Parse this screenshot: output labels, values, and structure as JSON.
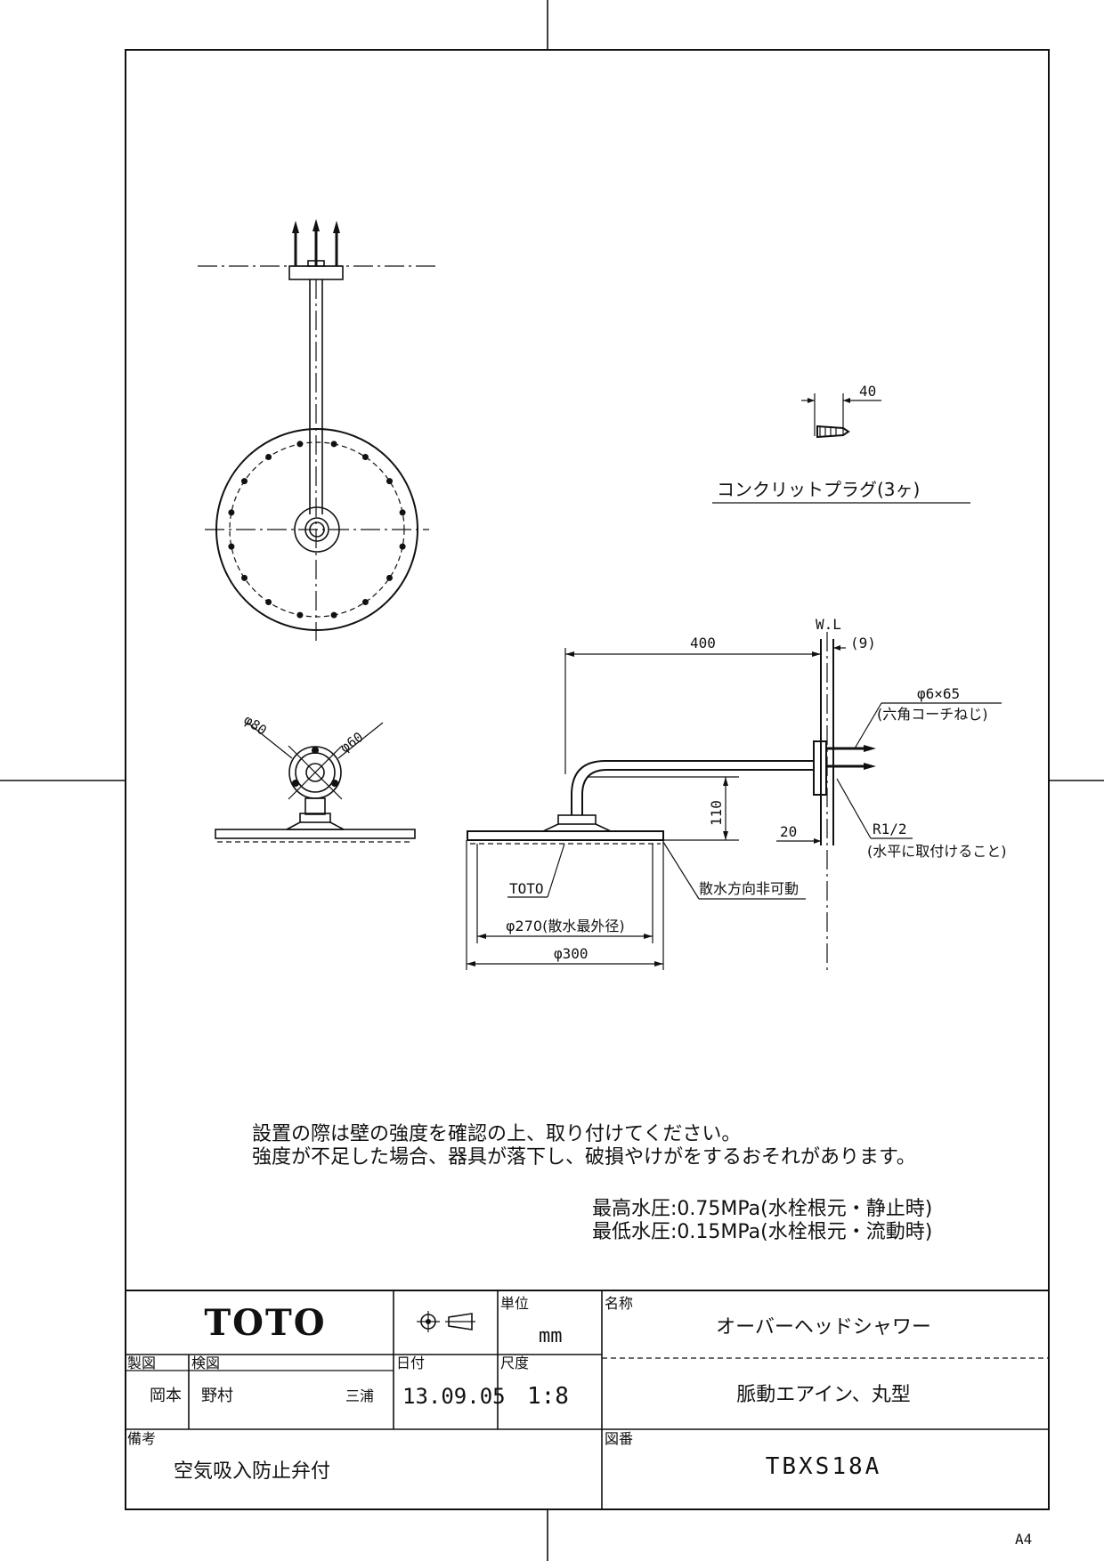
{
  "labels": {
    "plug": "コンクリットプラグ(3ヶ)",
    "plug_len": "40",
    "wl": "W.L",
    "dim_400": "400",
    "dim_9": "(9)",
    "screw": "φ6×65",
    "screw_type": "(六角コーチねじ)",
    "phi80": "φ80",
    "phi60": "φ60",
    "dim_110": "110",
    "dim_20": "20",
    "r12": "R1/2",
    "r12_note": "(水平に取付けること)",
    "toto_mark": "TOTO",
    "spray_fixed": "散水方向非可動",
    "phi270": "φ270(散水最外径)",
    "phi300": "φ300"
  },
  "notes": {
    "line1": "設置の際は壁の強度を確認の上、取り付けてください。",
    "line2": "強度が不足した場合、器具が落下し、破損やけがをするおそれがあります。",
    "max_pressure": "最高水圧:0.75MPa(水栓根元・静止時)",
    "min_pressure": "最低水圧:0.15MPa(水栓根元・流動時)"
  },
  "title_block": {
    "brand": "TOTO",
    "unit_label": "単位",
    "unit_value": "mm",
    "name_label": "名称",
    "name_value": "オーバーヘッドシャワー",
    "subname_value": "脈動エアイン、丸型",
    "drafted_label": "製図",
    "drafted_value": "岡本",
    "checked_label": "検図",
    "checked_value": "野村",
    "approved_value": "三浦",
    "date_label": "日付",
    "date_value": "13.09.05",
    "scale_label": "尺度",
    "scale_value": "1:8",
    "remarks_label": "備考",
    "remarks_value": "空気吸入防止弁付",
    "drawing_no_label": "図番",
    "drawing_no_value": "TBXS18A"
  },
  "paper_size": "A4"
}
